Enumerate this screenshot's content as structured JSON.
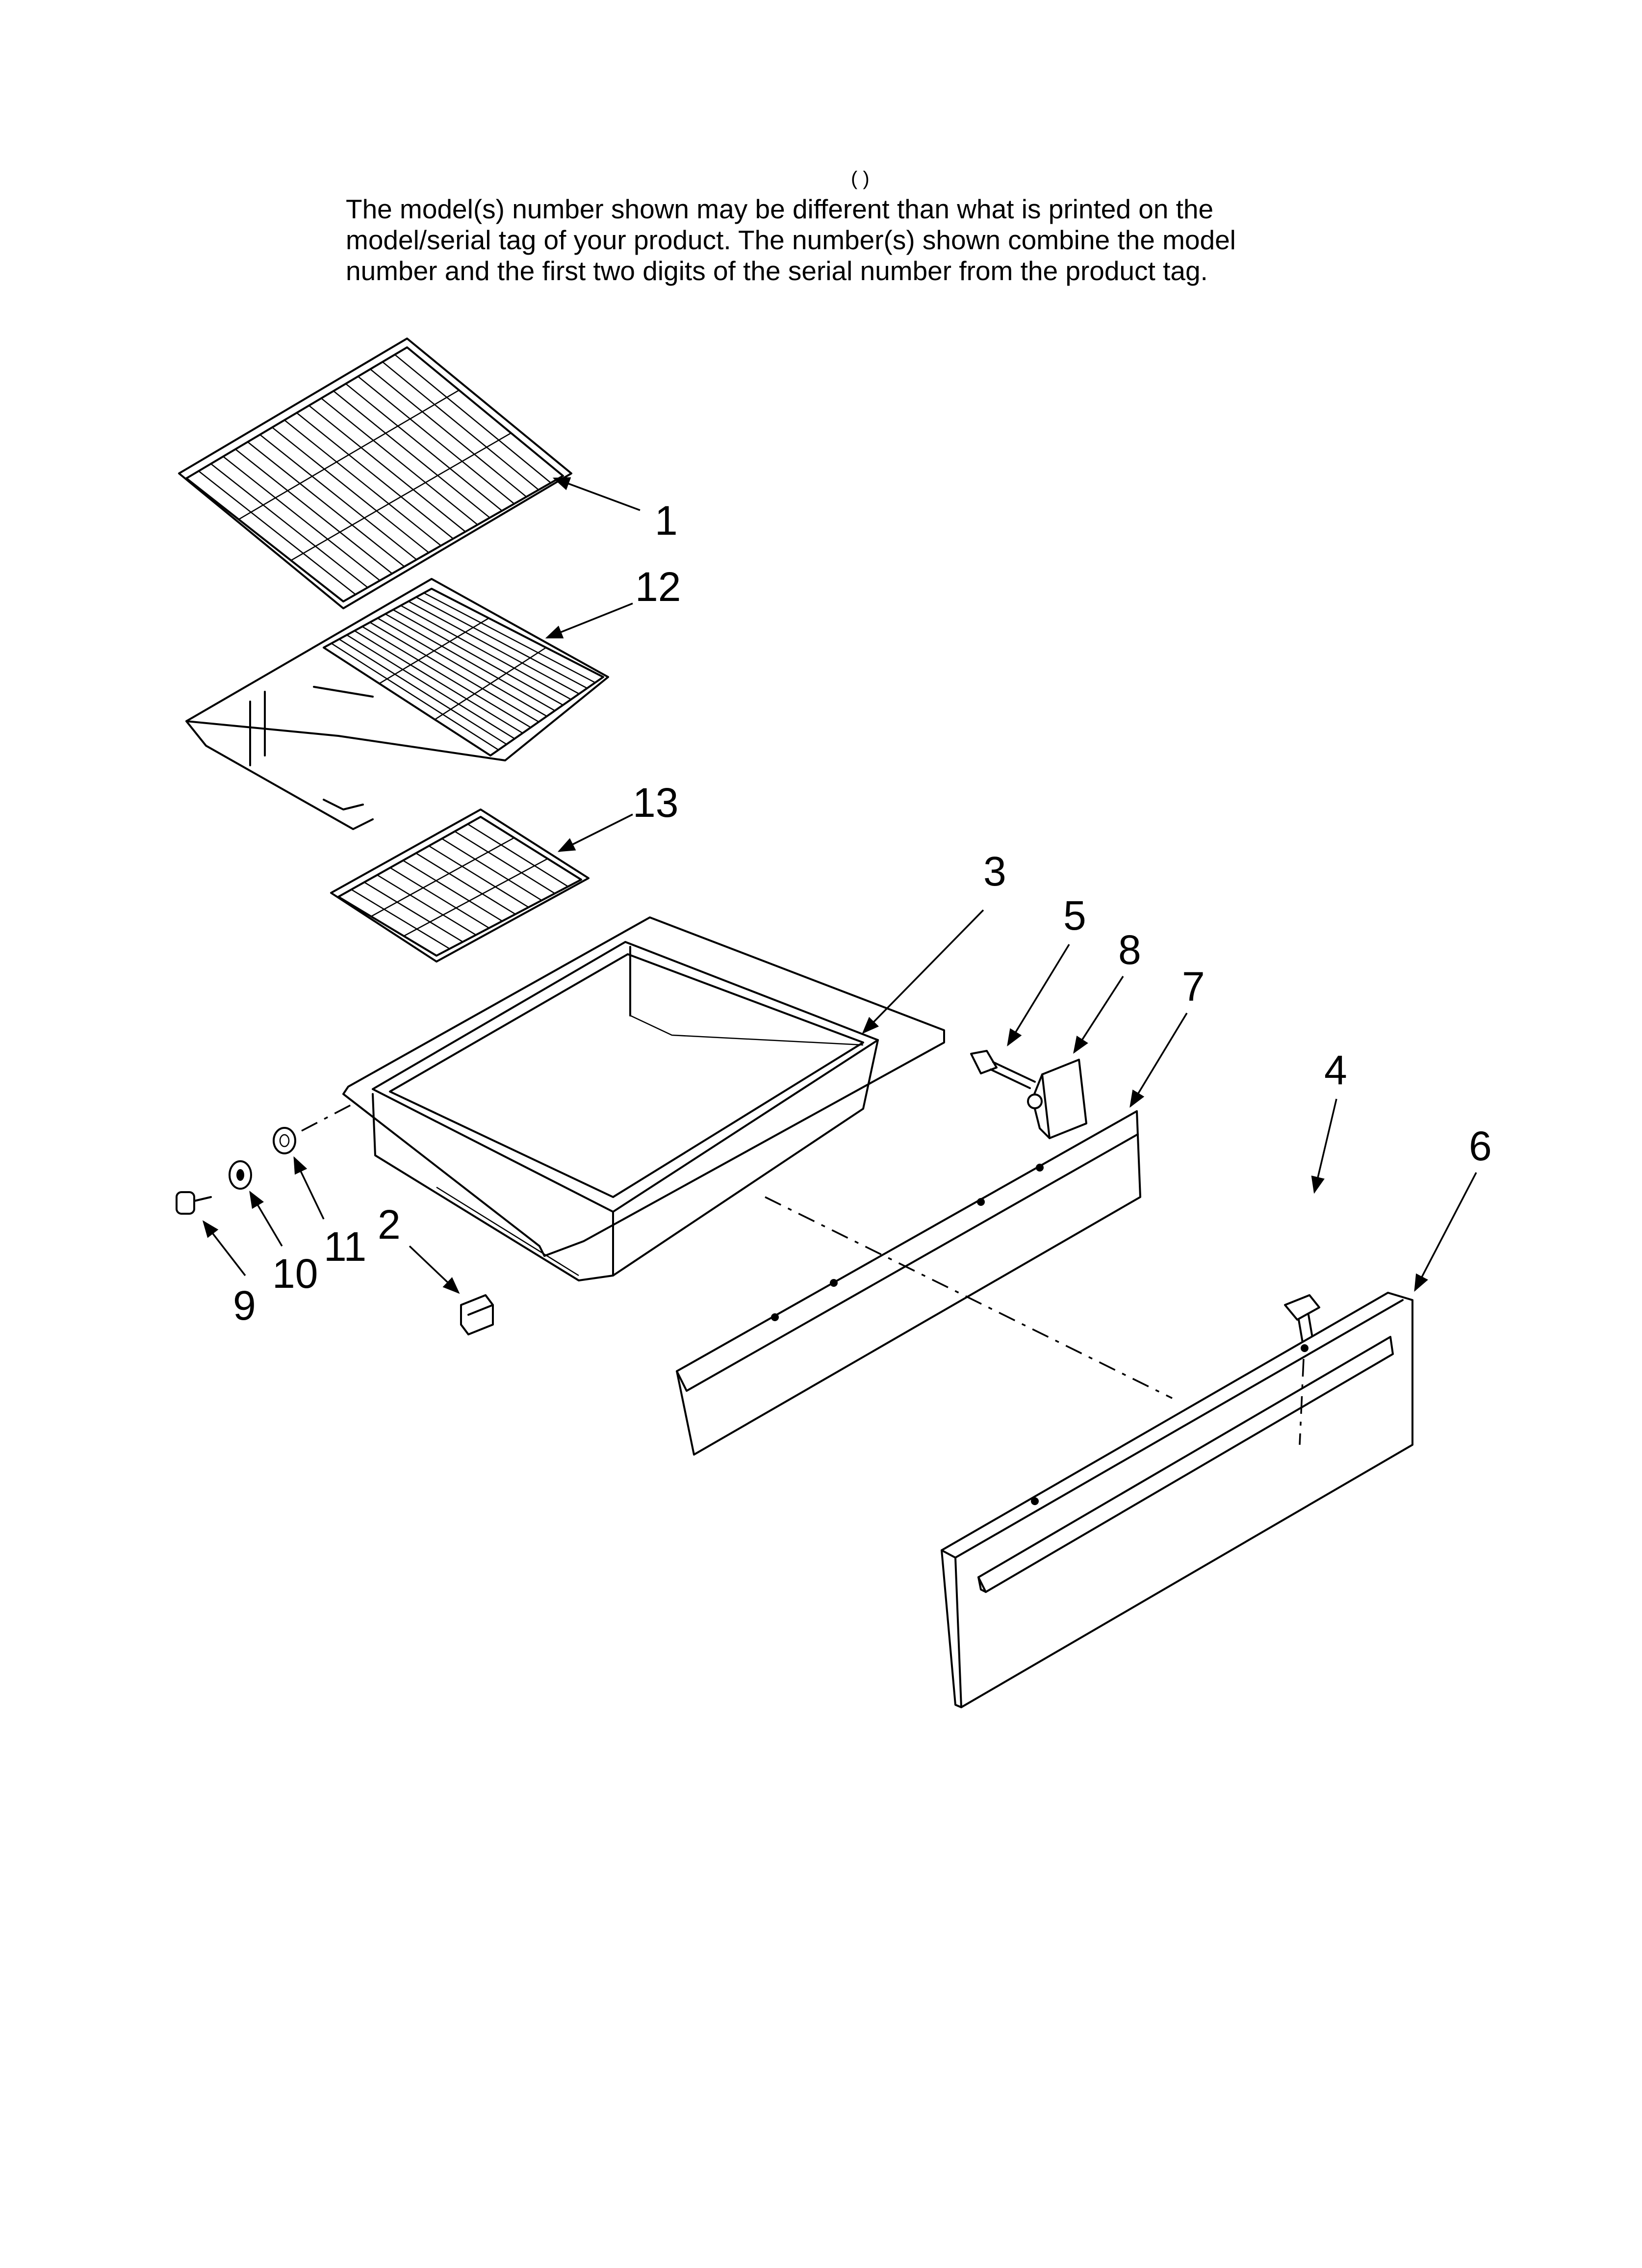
{
  "header": {
    "fragment": "(        )",
    "disclaimer_lines": [
      "The model(s) number shown may be different than what is printed on the",
      "model/serial tag of your product. The number(s) shown combine the model",
      "number and the first two digits of the serial number from the product tag."
    ]
  },
  "callouts": {
    "c1": "1",
    "c2": "2",
    "c3": "3",
    "c4": "4",
    "c5": "5",
    "c6": "6",
    "c7": "7",
    "c8": "8",
    "c9": "9",
    "c10": "10",
    "c11": "11",
    "c12": "12",
    "c13": "13"
  }
}
